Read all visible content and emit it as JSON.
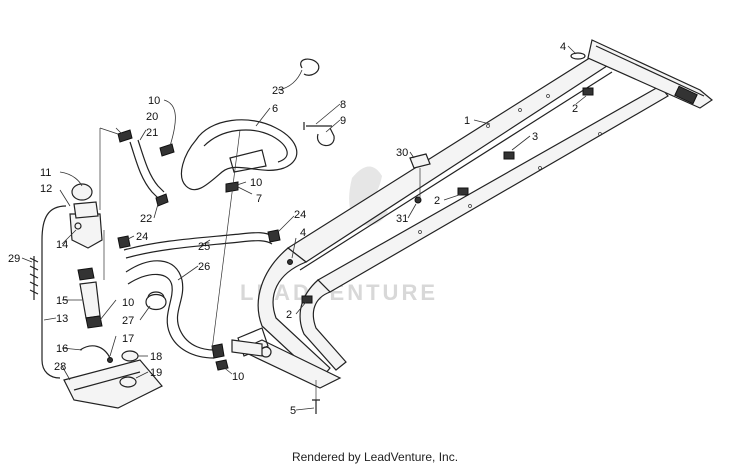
{
  "watermark": {
    "brand": "LEADVENTURE"
  },
  "footer": {
    "credit": "Rendered by LeadVenture, Inc."
  },
  "callouts": {
    "c1": "1",
    "c2a": "2",
    "c2b": "2",
    "c2c": "2",
    "c3": "3",
    "c4a": "4",
    "c4b": "4",
    "c5": "5",
    "c6": "6",
    "c7": "7",
    "c8": "8",
    "c9": "9",
    "c10a": "10",
    "c10b": "10",
    "c10c": "10",
    "c10d": "10",
    "c11": "11",
    "c12": "12",
    "c13": "13",
    "c14": "14",
    "c15": "15",
    "c16": "16",
    "c17": "17",
    "c18": "18",
    "c19": "19",
    "c20": "20",
    "c21": "21",
    "c22": "22",
    "c23": "23",
    "c24a": "24",
    "c24b": "24",
    "c25": "25",
    "c26": "26",
    "c27": "27",
    "c28": "28",
    "c29": "29",
    "c30": "30",
    "c31": "31"
  }
}
